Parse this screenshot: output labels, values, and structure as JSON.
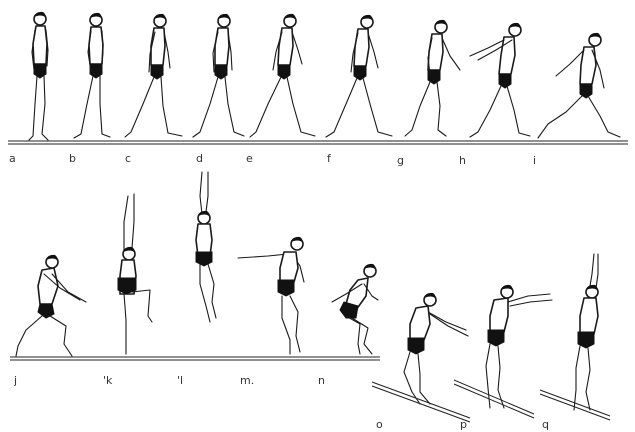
{
  "frames": [
    {
      "label": "a",
      "pose": "stand"
    },
    {
      "label": "b",
      "pose": "stand-step"
    },
    {
      "label": "c",
      "pose": "walk"
    },
    {
      "label": "d",
      "pose": "walk"
    },
    {
      "label": "e",
      "pose": "walk-long"
    },
    {
      "label": "f",
      "pose": "walk-long"
    },
    {
      "label": "g",
      "pose": "walk-lean"
    },
    {
      "label": "h",
      "pose": "arms-back"
    },
    {
      "label": "i",
      "pose": "run"
    },
    {
      "label": "j",
      "pose": "crouch"
    },
    {
      "label": "'k",
      "pose": "knee-up-arms-up"
    },
    {
      "label": "'l",
      "pose": "flight-arms-up"
    },
    {
      "label": "m.",
      "pose": "landing-arms-out"
    },
    {
      "label": "n",
      "pose": "squat"
    },
    {
      "label": "o",
      "pose": "board-arms-forward"
    },
    {
      "label": "p",
      "pose": "board-reach"
    },
    {
      "label": "q",
      "pose": "board-arms-up"
    }
  ]
}
